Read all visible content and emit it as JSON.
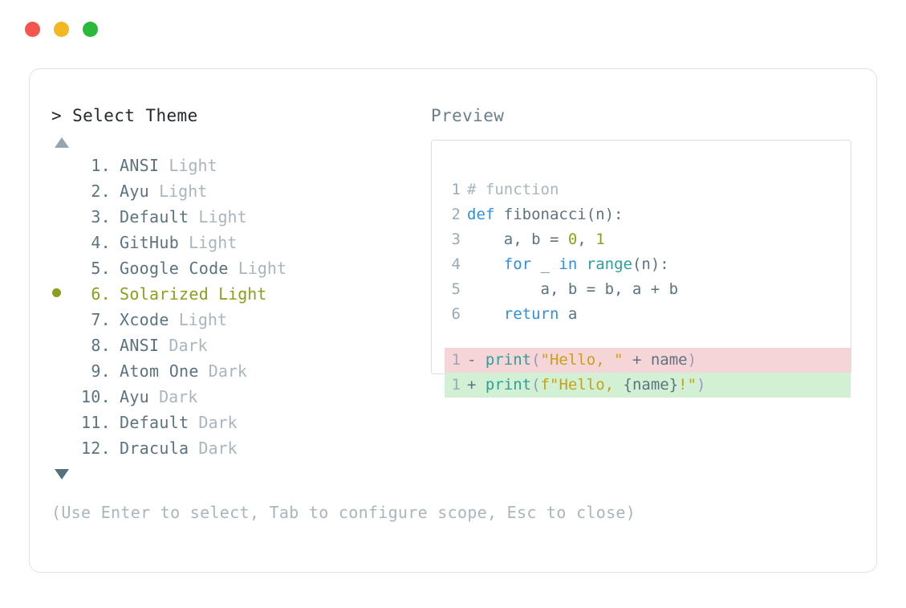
{
  "window": {
    "controls": [
      {
        "name": "close",
        "color": "#f4564e"
      },
      {
        "name": "minimize",
        "color": "#f3b724"
      },
      {
        "name": "maximize",
        "color": "#2bb93b"
      }
    ]
  },
  "left_panel": {
    "prompt_symbol": ">",
    "title": "Select Theme",
    "scroll_up_icon": "triangle-up",
    "scroll_down_icon": "triangle-down",
    "selected_index": 6,
    "items": [
      {
        "index": "1.",
        "name": "ANSI",
        "variant": "Light",
        "selected": false
      },
      {
        "index": "2.",
        "name": "Ayu",
        "variant": "Light",
        "selected": false
      },
      {
        "index": "3.",
        "name": "Default",
        "variant": "Light",
        "selected": false
      },
      {
        "index": "4.",
        "name": "GitHub",
        "variant": "Light",
        "selected": false
      },
      {
        "index": "5.",
        "name": "Google Code",
        "variant": "Light",
        "selected": false
      },
      {
        "index": "6.",
        "name": "Solarized",
        "variant": "Light",
        "selected": true
      },
      {
        "index": "7.",
        "name": "Xcode",
        "variant": "Light",
        "selected": false
      },
      {
        "index": "8.",
        "name": "ANSI",
        "variant": "Dark",
        "selected": false
      },
      {
        "index": "9.",
        "name": "Atom One",
        "variant": "Dark",
        "selected": false
      },
      {
        "index": "10.",
        "name": "Ayu",
        "variant": "Dark",
        "selected": false
      },
      {
        "index": "11.",
        "name": "Default",
        "variant": "Dark",
        "selected": false
      },
      {
        "index": "12.",
        "name": "Dracula",
        "variant": "Dark",
        "selected": false
      }
    ]
  },
  "right_panel": {
    "title": "Preview",
    "code_lines": [
      {
        "number": "1",
        "tokens": [
          {
            "text": "# function",
            "type": "comment"
          }
        ]
      },
      {
        "number": "2",
        "tokens": [
          {
            "text": "def ",
            "type": "keyword"
          },
          {
            "text": "fibonacci",
            "type": "plain"
          },
          {
            "text": "(n):",
            "type": "plain"
          }
        ]
      },
      {
        "number": "3",
        "tokens": [
          {
            "text": "    a, b = ",
            "type": "plain"
          },
          {
            "text": "0",
            "type": "number"
          },
          {
            "text": ", ",
            "type": "plain"
          },
          {
            "text": "1",
            "type": "number"
          }
        ]
      },
      {
        "number": "4",
        "tokens": [
          {
            "text": "    ",
            "type": "plain"
          },
          {
            "text": "for",
            "type": "keyword"
          },
          {
            "text": " _ ",
            "type": "plain"
          },
          {
            "text": "in",
            "type": "keyword"
          },
          {
            "text": " ",
            "type": "plain"
          },
          {
            "text": "range",
            "type": "builtin"
          },
          {
            "text": "(n):",
            "type": "plain"
          }
        ]
      },
      {
        "number": "5",
        "tokens": [
          {
            "text": "        a, b = b, a + b",
            "type": "plain"
          }
        ]
      },
      {
        "number": "6",
        "tokens": [
          {
            "text": "    ",
            "type": "plain"
          },
          {
            "text": "return",
            "type": "keyword"
          },
          {
            "text": " a",
            "type": "plain"
          }
        ]
      }
    ],
    "diff_lines": [
      {
        "number": "1",
        "sign": "-",
        "kind": "deleted",
        "tokens": [
          {
            "text": "print",
            "type": "func"
          },
          {
            "text": "(",
            "type": "punct"
          },
          {
            "text": "\"Hello, \"",
            "type": "string"
          },
          {
            "text": " + name",
            "type": "plain"
          },
          {
            "text": ")",
            "type": "punct"
          }
        ]
      },
      {
        "number": "1",
        "sign": "+",
        "kind": "added",
        "tokens": [
          {
            "text": "print",
            "type": "func"
          },
          {
            "text": "(",
            "type": "punct"
          },
          {
            "text": "f",
            "type": "string"
          },
          {
            "text": "\"Hello, ",
            "type": "string"
          },
          {
            "text": "{name}",
            "type": "plain"
          },
          {
            "text": "!\"",
            "type": "string"
          },
          {
            "text": ")",
            "type": "punct"
          }
        ]
      }
    ]
  },
  "footer": {
    "hint": "(Use Enter to select, Tab to configure scope, Esc to close)"
  }
}
